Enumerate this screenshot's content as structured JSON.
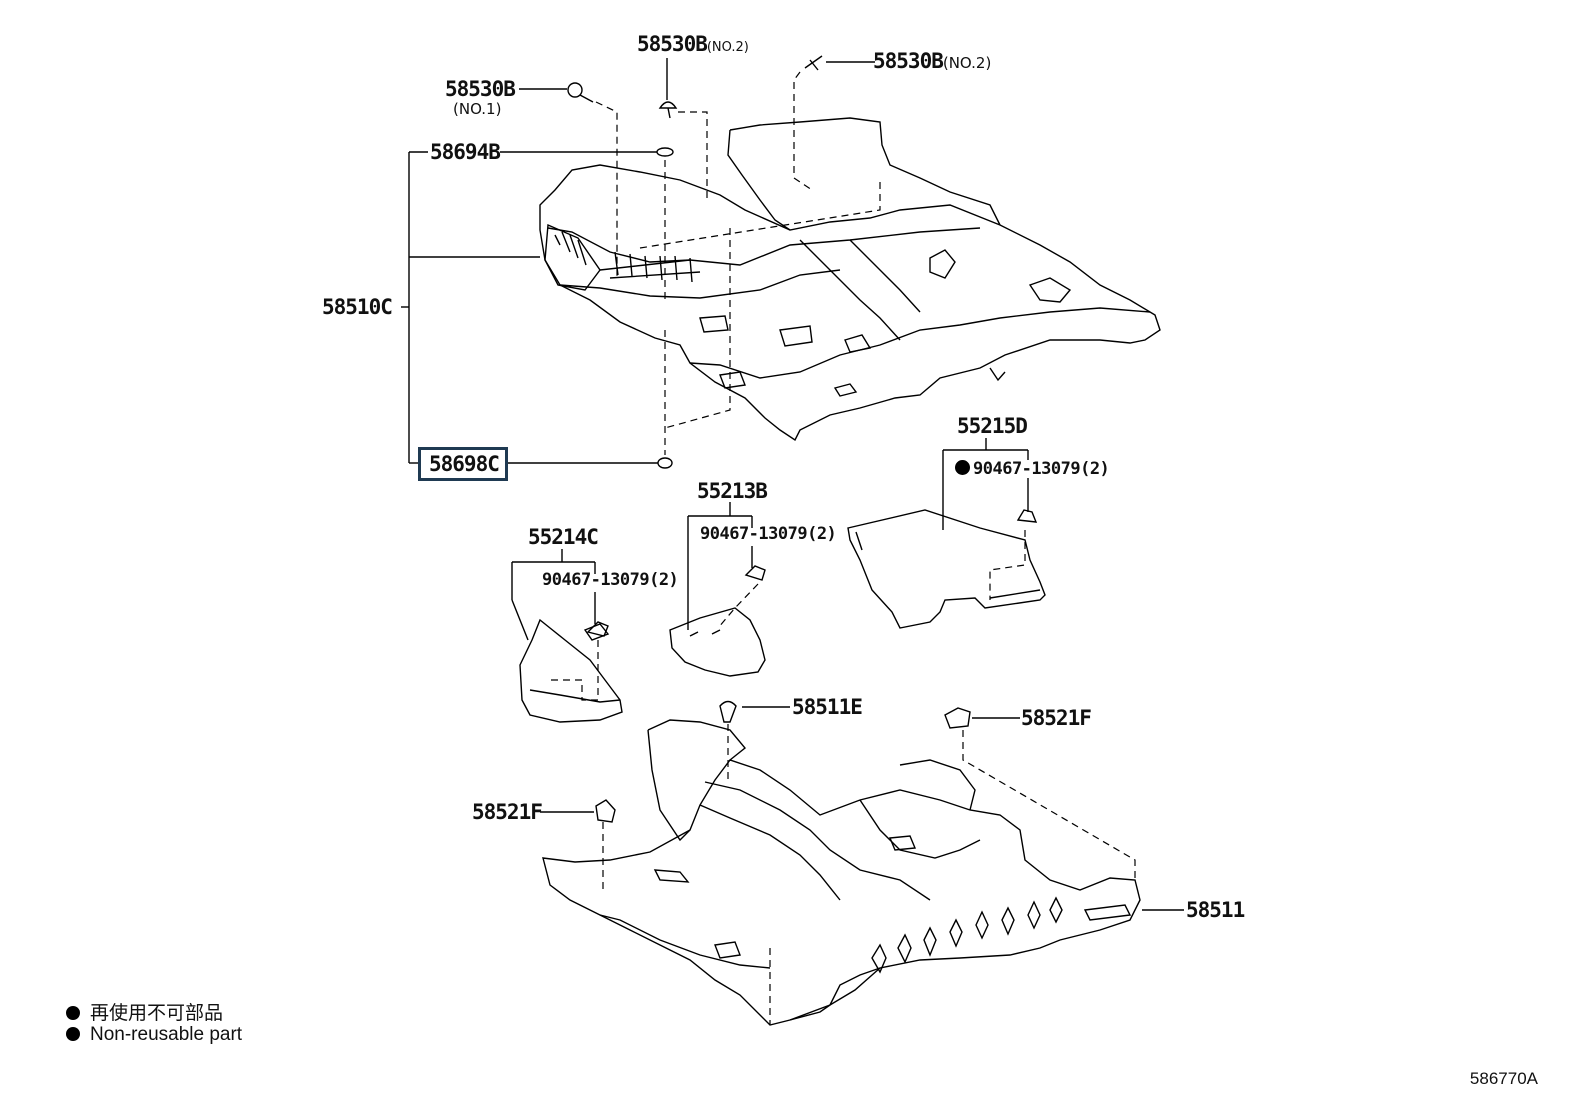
{
  "labels": {
    "p58530b_no1": "58530B",
    "no1": "(NO.1)",
    "p58530b_top": "58530B",
    "no2_top": "(NO.2)",
    "p58530b_right": "58530B",
    "no2_right": "(NO.2)",
    "p58694b": "58694B",
    "p58510c": "58510C",
    "p58698c": "58698C",
    "p55215d": "55215D",
    "p90467_d": "90467-13079(2)",
    "p55213b": "55213B",
    "p90467_b": "90467-13079(2)",
    "p55214c": "55214C",
    "p90467_c": "90467-13079(2)",
    "p58511e": "58511E",
    "p58521f_right": "58521F",
    "p58521f_left": "58521F",
    "p58511": "58511"
  },
  "legend": {
    "line1": "再使用不可部品",
    "line2": "Non-reusable part"
  },
  "diagram_code": "586770A",
  "colors": {
    "highlight_box": "#1f3a52",
    "line": "#000000"
  }
}
